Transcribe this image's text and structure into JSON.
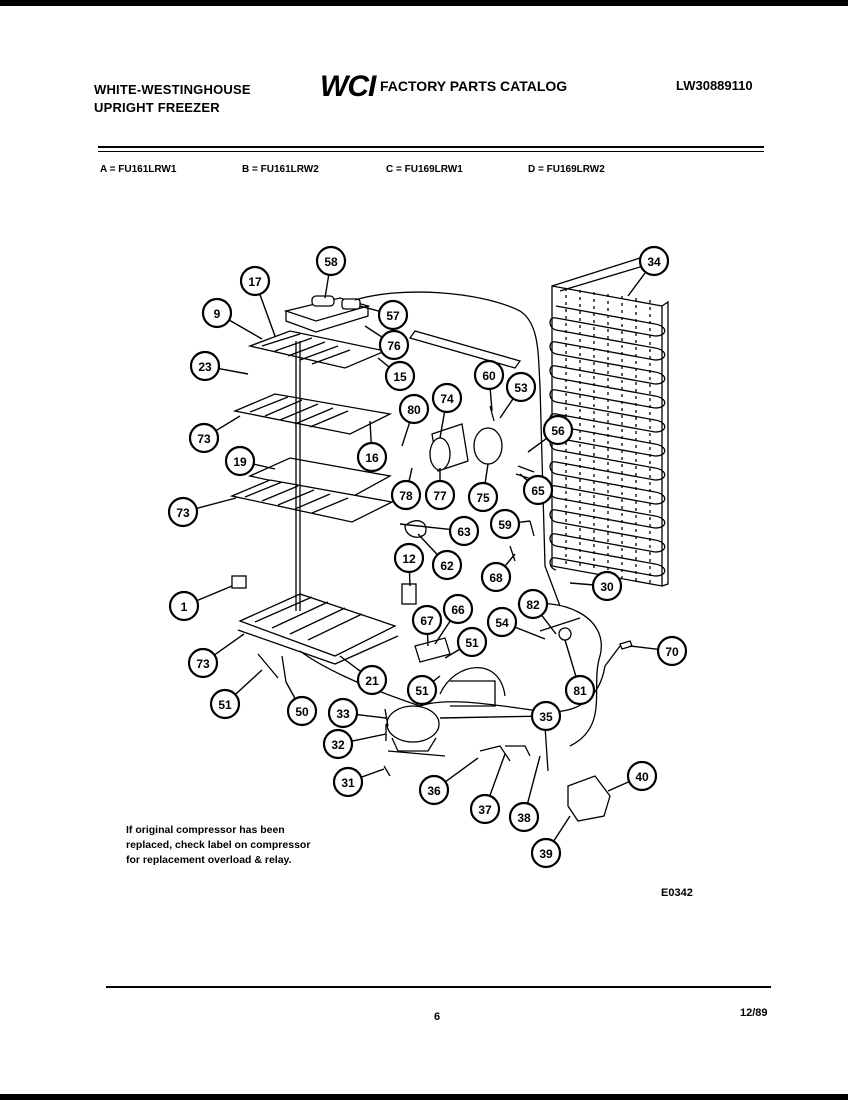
{
  "header": {
    "brand_line1": "WHITE-WESTINGHOUSE",
    "brand_line2": "UPRIGHT FREEZER",
    "logo": "WCI",
    "catalog_title": "FACTORY PARTS CATALOG",
    "document_number": "LW30889110"
  },
  "models": [
    {
      "label": "A = FU161LRW1"
    },
    {
      "label": "B = FU161LRW2"
    },
    {
      "label": "C = FU169LRW1"
    },
    {
      "label": "D = FU169LRW2"
    }
  ],
  "diagram": {
    "callouts": [
      "1",
      "9",
      "12",
      "15",
      "16",
      "17",
      "19",
      "21",
      "23",
      "30",
      "31",
      "32",
      "33",
      "34",
      "35",
      "36",
      "37",
      "38",
      "39",
      "40",
      "50",
      "51",
      "51",
      "51",
      "53",
      "54",
      "56",
      "57",
      "58",
      "59",
      "60",
      "62",
      "63",
      "65",
      "66",
      "67",
      "68",
      "70",
      "73",
      "73",
      "73",
      "74",
      "75",
      "76",
      "77",
      "78",
      "80",
      "81",
      "82"
    ]
  },
  "note": {
    "line1": "If original compressor has been",
    "line2": "replaced, check label on compressor",
    "line3": "for replacement overload & relay."
  },
  "diagram_code": "E0342",
  "footer": {
    "page_number": "6",
    "date_code": "12/89"
  }
}
